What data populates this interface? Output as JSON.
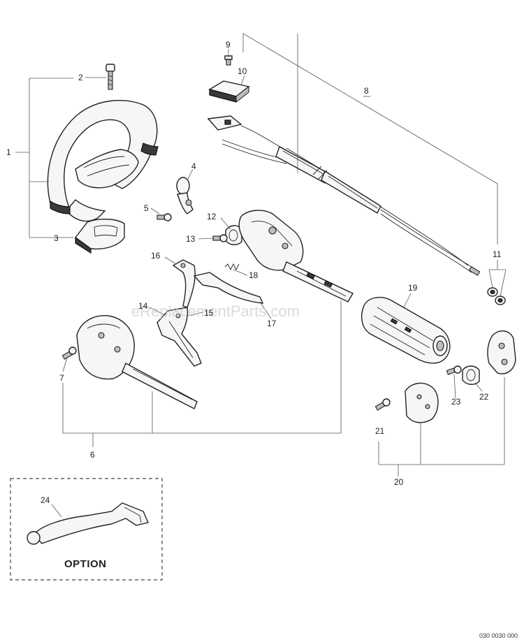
{
  "watermark": "eReplacementParts.com",
  "callouts": [
    "1",
    "2",
    "3",
    "4",
    "5",
    "6",
    "7",
    "8",
    "9",
    "10",
    "11",
    "12",
    "13",
    "14",
    "15",
    "16",
    "17",
    "18",
    "19",
    "20",
    "21",
    "22",
    "23",
    "24"
  ],
  "option_label": "OPTION",
  "doc_number": "030 0030 000"
}
